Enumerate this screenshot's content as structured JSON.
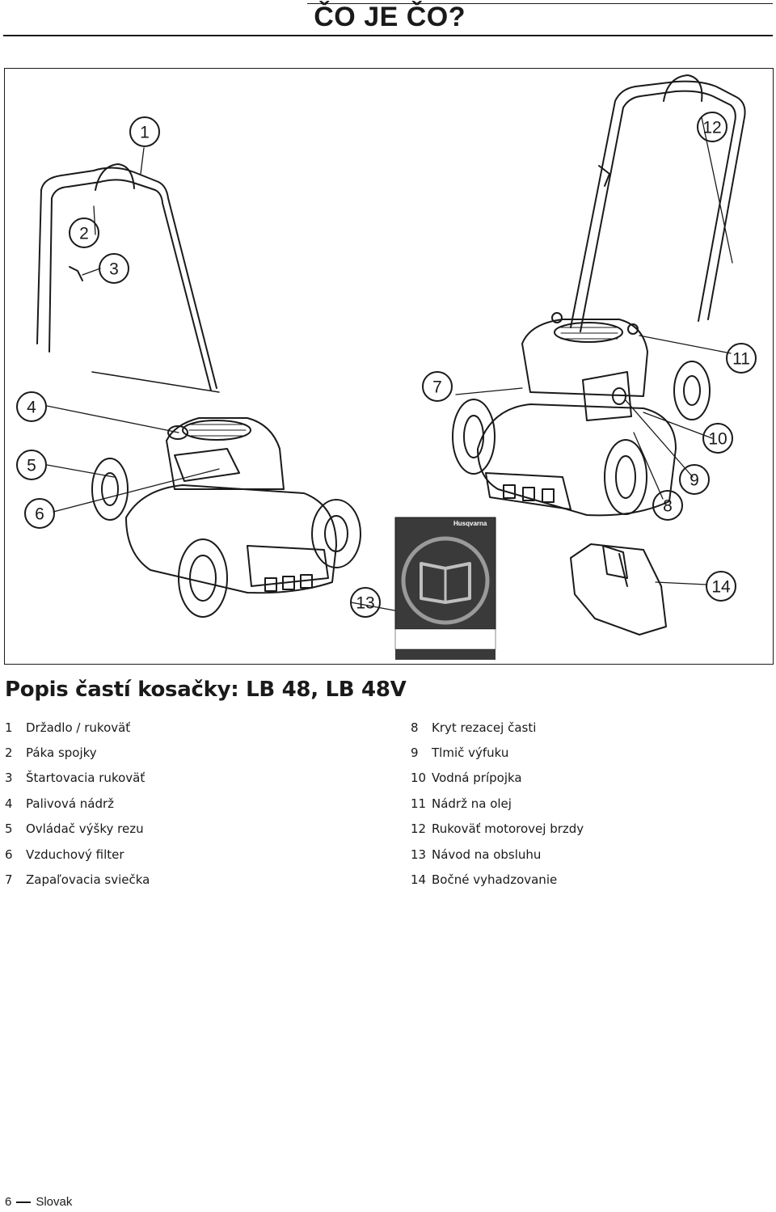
{
  "header": {
    "title": "ČO JE ČO?"
  },
  "figure": {
    "callouts": [
      "1",
      "2",
      "3",
      "4",
      "5",
      "6",
      "7",
      "8",
      "9",
      "10",
      "11",
      "12",
      "13",
      "14"
    ],
    "manual": {
      "brand": "Husqvarna"
    }
  },
  "section": {
    "title": "Popis častí kosačky: LB 48, LB 48V"
  },
  "parts": {
    "left": [
      {
        "num": "1",
        "label": "Držadlo / rukoväť"
      },
      {
        "num": "2",
        "label": "Páka spojky"
      },
      {
        "num": "3",
        "label": "Štartovacia rukoväť"
      },
      {
        "num": "4",
        "label": "Palivová nádrž"
      },
      {
        "num": "5",
        "label": "Ovládač výšky rezu"
      },
      {
        "num": "6",
        "label": "Vzduchový filter"
      },
      {
        "num": "7",
        "label": "Zapaľovacia sviečka"
      }
    ],
    "right": [
      {
        "num": "8",
        "label": "Kryt rezacej časti"
      },
      {
        "num": "9",
        "label": "Tlmič výfuku"
      },
      {
        "num": "10",
        "label": "Vodná prípojka"
      },
      {
        "num": "11",
        "label": "Nádrž na olej"
      },
      {
        "num": "12",
        "label": "Rukoväť motorovej brzdy"
      },
      {
        "num": "13",
        "label": "Návod na obsluhu"
      },
      {
        "num": "14",
        "label": "Bočné vyhadzovanie"
      }
    ]
  },
  "footer": {
    "page": "6",
    "language": "Slovak"
  }
}
